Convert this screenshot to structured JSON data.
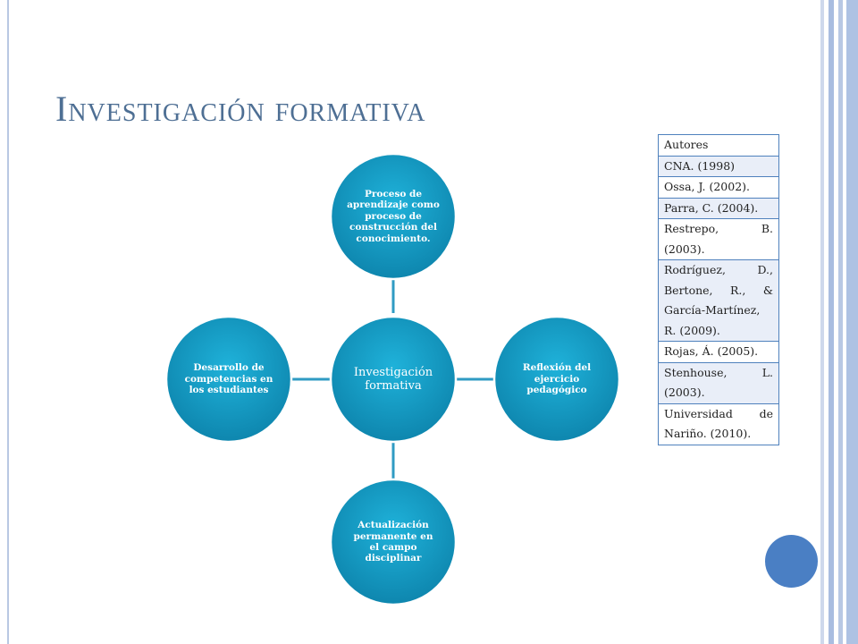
{
  "slide": {
    "title": "Investigación formativa"
  },
  "diagram": {
    "center": {
      "label": "Investigación formativa"
    },
    "satellites": [
      {
        "id": "top",
        "label": "Proceso de aprendizaje como proceso de construcción del conocimiento."
      },
      {
        "id": "right",
        "label": "Reflexión del ejercicio pedagógico"
      },
      {
        "id": "bottom",
        "label": "Actualización permanente en el campo disciplinar"
      },
      {
        "id": "left",
        "label": "Desarrollo de competencias en los estudiantes"
      }
    ],
    "colors": {
      "fill": "#1aa0c8",
      "fill_dark": "#0e7ea4",
      "connector": "#2f9bc3"
    }
  },
  "authors_table": {
    "header": "Autores",
    "rows": [
      "CNA. (1998)",
      "Ossa, J. (2002).",
      "Parra, C. (2004).",
      "Restrepo, B. (2003).",
      "Rodríguez, D., Bertone, R., & García-Martínez, R. (2009).",
      "Rojas, Á. (2005).",
      "Stenhouse, L. (2003).",
      "Universidad de Nariño. (2010)."
    ]
  },
  "theme": {
    "title_color": "#4e6f94",
    "accent_blue": "#4a7fc4",
    "table_border": "#4f81bd"
  }
}
